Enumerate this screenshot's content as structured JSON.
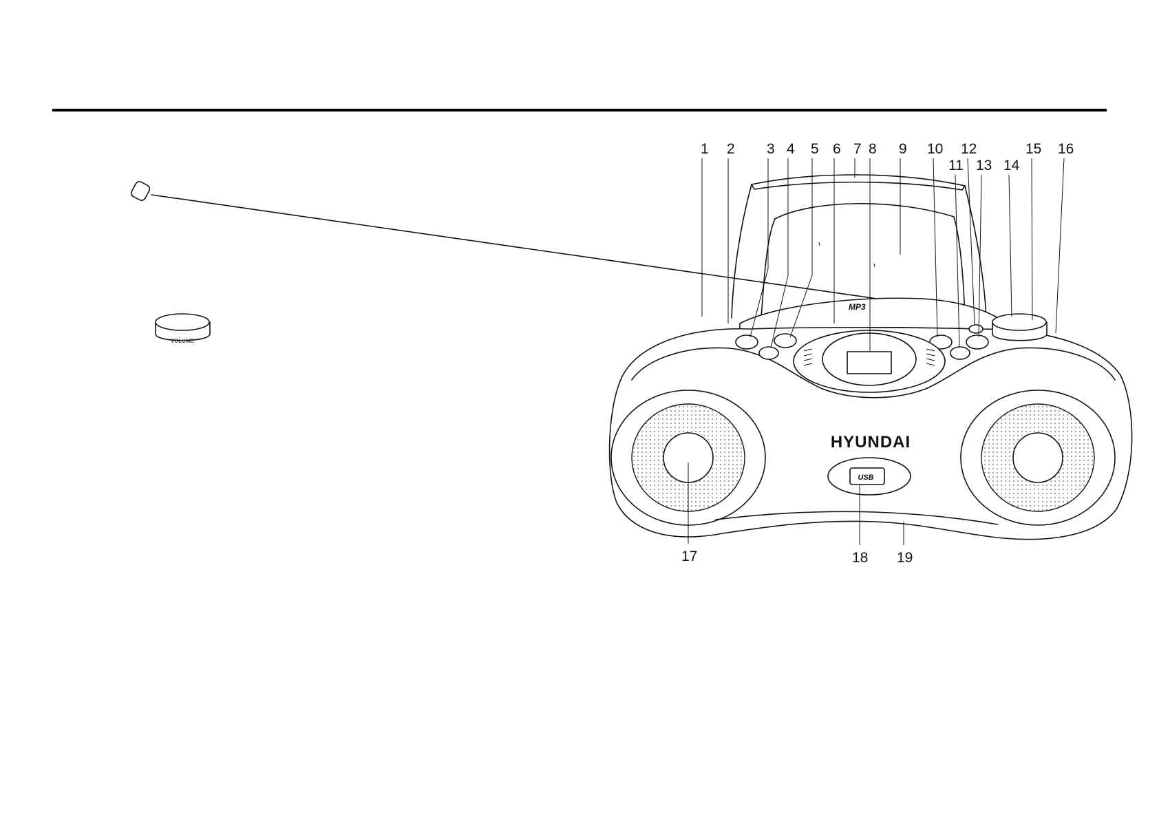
{
  "page": {
    "background": "#ffffff",
    "ink": "#111111"
  },
  "figure": {
    "brand_logo": "HYUNDAI",
    "lid_label": "MP3",
    "usb_label": "USB",
    "knob_left_label": "VOLUME",
    "callouts": [
      {
        "id": "1",
        "text": "1"
      },
      {
        "id": "2",
        "text": "2"
      },
      {
        "id": "3",
        "text": "3"
      },
      {
        "id": "4",
        "text": "4"
      },
      {
        "id": "5",
        "text": "5"
      },
      {
        "id": "6",
        "text": "6"
      },
      {
        "id": "7",
        "text": "7"
      },
      {
        "id": "8",
        "text": "8"
      },
      {
        "id": "9",
        "text": "9"
      },
      {
        "id": "10",
        "text": "10"
      },
      {
        "id": "11",
        "text": "11"
      },
      {
        "id": "12",
        "text": "12"
      },
      {
        "id": "13",
        "text": "13"
      },
      {
        "id": "14",
        "text": "14"
      },
      {
        "id": "15",
        "text": "15"
      },
      {
        "id": "16",
        "text": "16"
      },
      {
        "id": "17",
        "text": "17"
      },
      {
        "id": "18",
        "text": "18"
      },
      {
        "id": "19",
        "text": "19"
      }
    ]
  }
}
